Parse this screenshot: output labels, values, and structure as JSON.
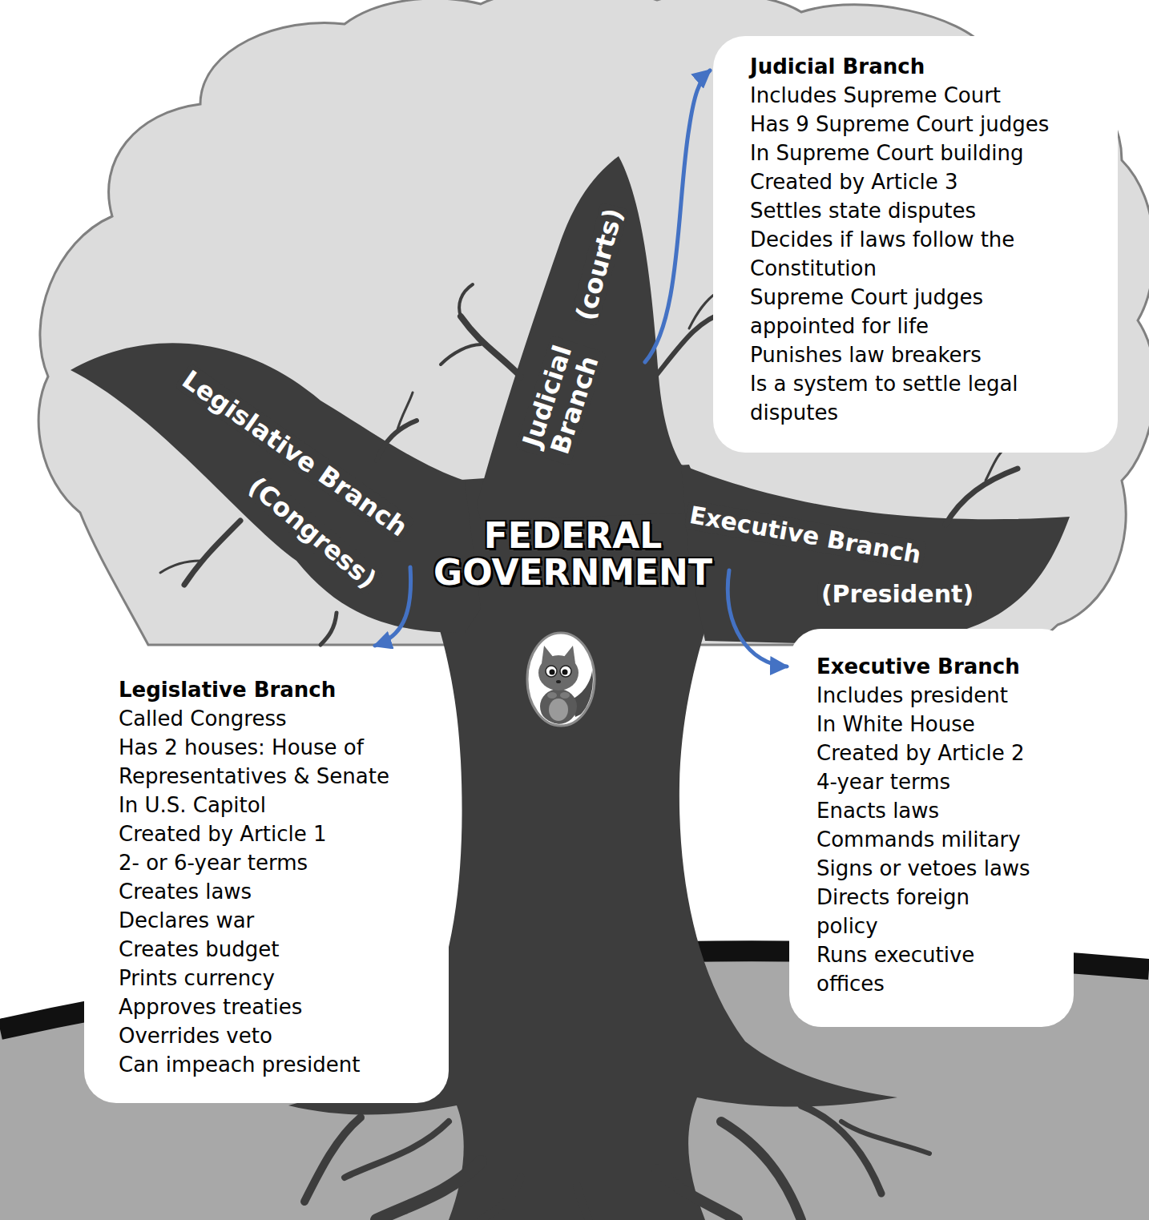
{
  "diagram": {
    "nodes": [
      {
        "text": [
          "Judicial Branch",
          "Includes Supreme Court",
          "Has 9 Supreme Court judges",
          "In Supreme Court building",
          "Created by Article 3",
          "Settles state disputes",
          "Decides if laws follow the Constitution",
          "Supreme Court judges appointed for life",
          "Punishes law breakers",
          "Is a system to settle legal disputes"
        ]
      },
      {
        "text": [
          "Legislative Branch",
          "Called Congress",
          "Has 2 houses: House of Representatives & Senate",
          "In U.S. Capitol",
          "Created by Article 1",
          "2- or 6-year terms",
          "Creates laws",
          "Declares war",
          "Creates budget",
          "Prints currency",
          "Approves treaties",
          "Overrides veto",
          "Can impeach president"
        ]
      },
      {
        "text": [
          "Executive Branch",
          "Includes president",
          "In White House",
          "Created by Article 2",
          "4-year terms",
          "Enacts laws",
          "Commands military",
          "Signs or vetoes laws",
          "Directs foreign policy",
          "Runs executive offices"
        ]
      }
    ],
    "labels": [
      "Judicial Branch",
      "(courts)",
      "Legislative Branch",
      "(Congress)",
      "FEDERAL GOVERNMENT",
      "Executive Branch",
      "(President)"
    ]
  }
}
